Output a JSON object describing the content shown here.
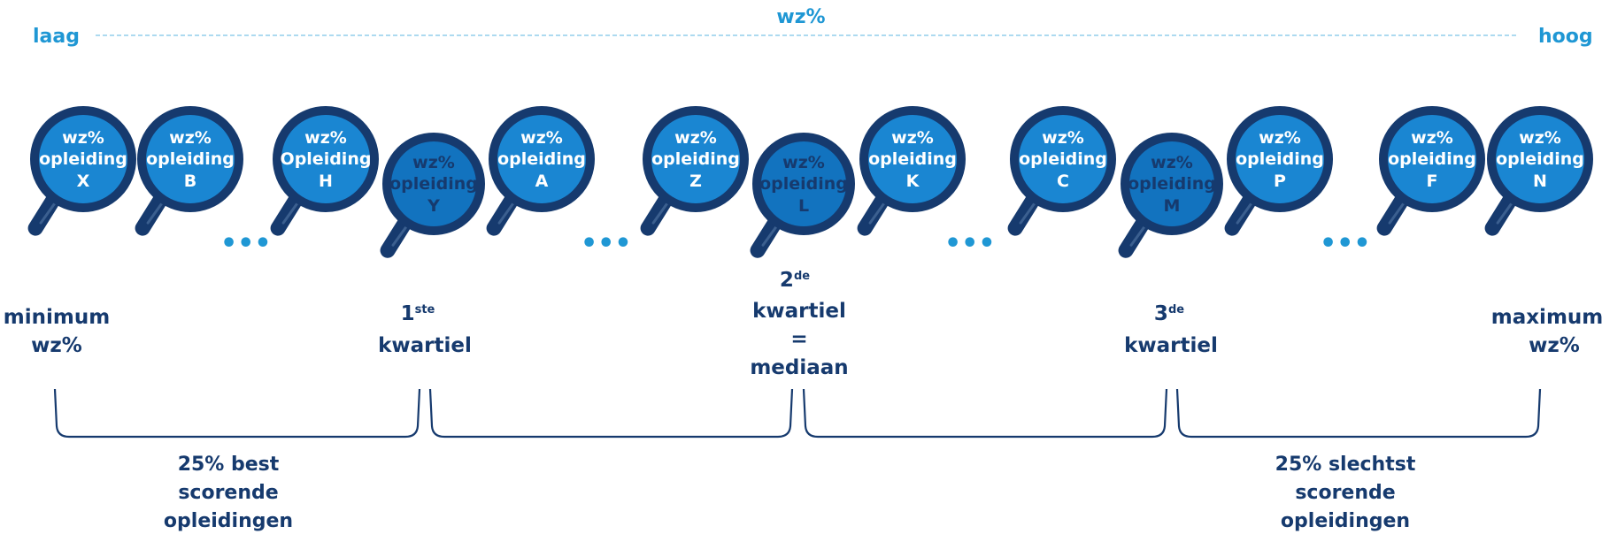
{
  "axis": {
    "title": "wz%",
    "low_label": "laag",
    "high_label": "hoog"
  },
  "colors": {
    "accent": "#1f97d4",
    "navy": "#163a6e",
    "lens_fill": "#1a86d2",
    "lens_fill_lowered": "#1273bf"
  },
  "magnifiers": [
    {
      "line1": "wz%",
      "line2": "opleiding",
      "line3": "X",
      "lowered": false
    },
    {
      "line1": "wz%",
      "line2": "opleiding",
      "line3": "B",
      "lowered": false
    },
    {
      "line1": "wz%",
      "line2": "Opleiding",
      "line3": "H",
      "lowered": false
    },
    {
      "line1": "wz%",
      "line2": "opleiding",
      "line3": "Y",
      "lowered": true
    },
    {
      "line1": "wz%",
      "line2": "opleiding",
      "line3": "A",
      "lowered": false
    },
    {
      "line1": "wz%",
      "line2": "opleiding",
      "line3": "Z",
      "lowered": false
    },
    {
      "line1": "wz%",
      "line2": "opleiding",
      "line3": "L",
      "lowered": true
    },
    {
      "line1": "wz%",
      "line2": "opleiding",
      "line3": "K",
      "lowered": false
    },
    {
      "line1": "wz%",
      "line2": "opleiding",
      "line3": "C",
      "lowered": false
    },
    {
      "line1": "wz%",
      "line2": "opleiding",
      "line3": "M",
      "lowered": true
    },
    {
      "line1": "wz%",
      "line2": "opleiding",
      "line3": "P",
      "lowered": false
    },
    {
      "line1": "wz%",
      "line2": "opleiding",
      "line3": "F",
      "lowered": false
    },
    {
      "line1": "wz%",
      "line2": "opleiding",
      "line3": "N",
      "lowered": false
    }
  ],
  "ellipsis": "•••",
  "markers": {
    "minimum": {
      "line1": "minimum",
      "line2": "wz%"
    },
    "q1": {
      "num": "1",
      "sup": "ste",
      "line2": "kwartiel"
    },
    "q2": {
      "num": "2",
      "sup": "de",
      "line2": "kwartiel",
      "line3": "=",
      "line4": "mediaan"
    },
    "q3": {
      "num": "3",
      "sup": "de",
      "line2": "kwartiel"
    },
    "maximum": {
      "line1": "maximum",
      "line2": "wz%"
    }
  },
  "groups": {
    "best": [
      "25% best",
      "scorende",
      "opleidingen"
    ],
    "worst": [
      "25% slechtst",
      "scorende",
      "opleidingen"
    ]
  }
}
